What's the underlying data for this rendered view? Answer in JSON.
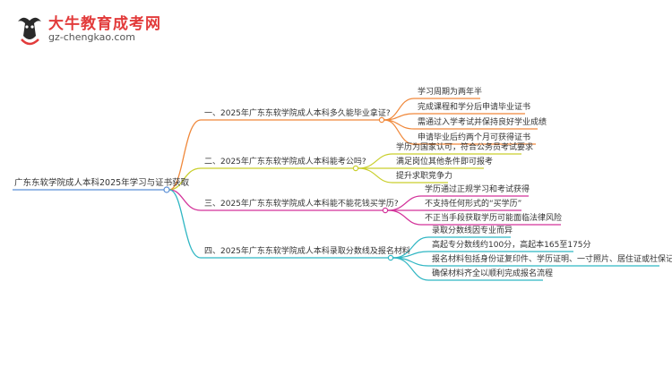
{
  "brand": {
    "name": "大牛教育成考网",
    "url": "gz-chengkao.com"
  },
  "colors": {
    "branch1": "#f0883a",
    "branch2": "#c9cf2c",
    "branch3": "#d3339a",
    "branch4": "#2fb6c3",
    "leaf1": "#f0883a",
    "leaf2": "#c9cf2c",
    "leaf3": "#d3339a",
    "leaf4": "#2fb6c3"
  },
  "mindmap": {
    "root": "广东东软学院成人本科2025年学习与证书获取",
    "branches": [
      {
        "label": "一、2025年广东东软学院成人本科多久能毕业拿证?",
        "leaves": [
          "学习周期为两年半",
          "完成课程和学分后申请毕业证书",
          "需通过入学考试并保持良好学业成绩",
          "申请毕业后约两个月可获得证书"
        ]
      },
      {
        "label": "二、2025年广东东软学院成人本科能考公吗?",
        "leaves": [
          "学历为国家认可，符合公务员考试要求",
          "满足岗位其他条件即可报考",
          "提升求职竞争力"
        ]
      },
      {
        "label": "三、2025年广东东软学院成人本科能不能花钱买学历?",
        "leaves": [
          "学历通过正规学习和考试获得",
          "不支持任何形式的“买学历”",
          "不正当手段获取学历可能面临法律风险"
        ]
      },
      {
        "label": "四、2025年广东东软学院成人本科录取分数线及报名材料",
        "leaves": [
          "录取分数线因专业而异",
          "高起专分数线约100分，高起本165至175分",
          "报名材料包括身份证复印件、学历证明、一寸照片、居住证或社保记录",
          "确保材料齐全以顺利完成报名流程"
        ]
      }
    ]
  }
}
